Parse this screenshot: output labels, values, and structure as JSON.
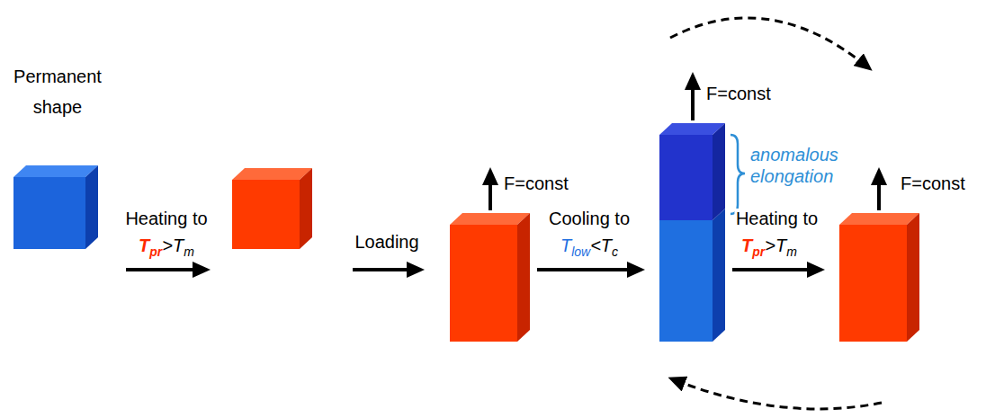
{
  "diagram": {
    "nodes": [
      {
        "text": [
          "Permanent shape"
        ]
      },
      {
        "text": [
          "F=const"
        ]
      },
      {
        "text": [
          "F=const"
        ]
      },
      {
        "text": [
          "F=const"
        ]
      }
    ],
    "edges": [
      {
        "from": 1,
        "to": 2,
        "arrow": "to",
        "label": "Cooling to"
      },
      {
        "from": 2,
        "to": 3,
        "arrow": "to",
        "label": "Heating to"
      },
      {
        "from": 2,
        "to": 3,
        "arrow": "to"
      },
      {
        "from": 3,
        "to": 2,
        "arrow": "to"
      }
    ],
    "labels": [
      "Heating to",
      "T",
      "pr",
      ">T",
      "m",
      "Loading",
      "T",
      "low",
      "<T",
      "c",
      "anomalous elongation",
      "T",
      "pr",
      ">T",
      "m"
    ]
  }
}
